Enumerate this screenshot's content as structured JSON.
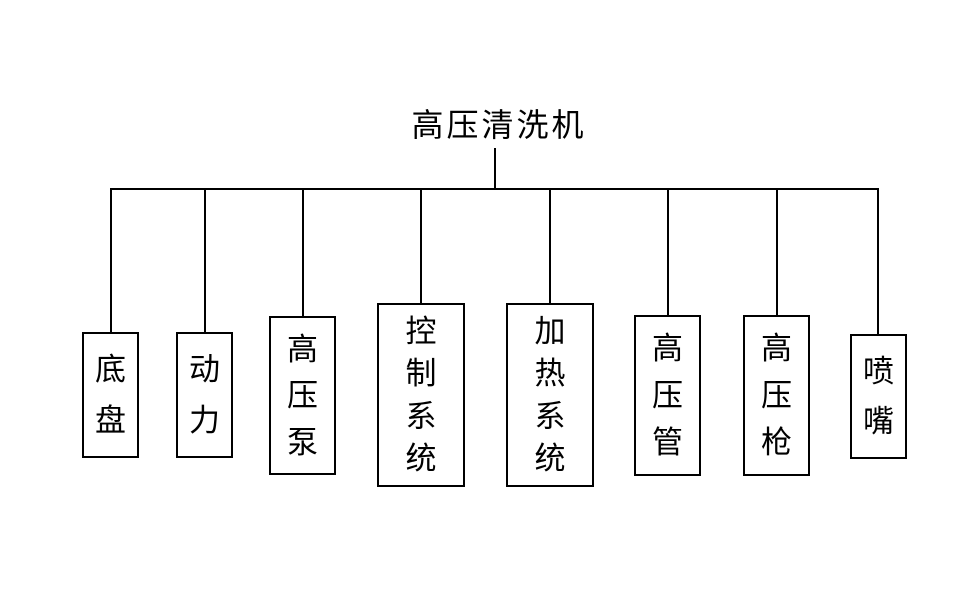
{
  "diagram": {
    "title": "高压清洗机",
    "children": [
      {
        "label": "底盘"
      },
      {
        "label": "动力"
      },
      {
        "label": "高压泵"
      },
      {
        "label": "控制系统"
      },
      {
        "label": "加热系统"
      },
      {
        "label": "高压管"
      },
      {
        "label": "高压枪"
      },
      {
        "label": "喷嘴"
      }
    ]
  },
  "colors": {
    "background": "#ffffff",
    "line": "#000000",
    "text": "#000000"
  }
}
